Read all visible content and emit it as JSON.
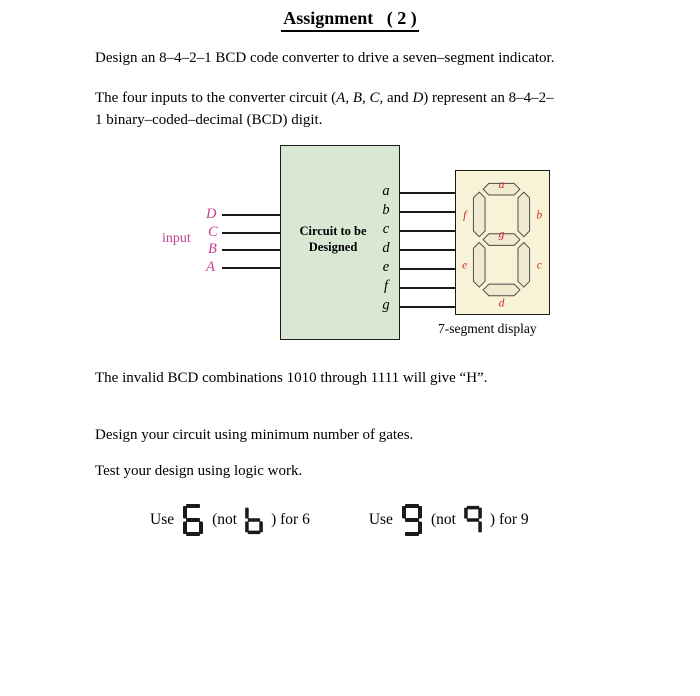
{
  "doc": {
    "title": "Assignment   ( 2 )",
    "para1": "Design an 8–4–2–1 BCD code converter to drive a seven–segment indicator.",
    "para2": {
      "l1a": "The four inputs to the converter circuit (",
      "l1b": "A, B, C,",
      "l1c": " and ",
      "l1d": "D",
      "l1e": ") represent an 8–4–2–",
      "l2": "1 binary–coded–decimal (BCD) digit."
    },
    "para3": "The invalid BCD combinations 1010 through 1111 will give “H”.",
    "para4": "Design your circuit using minimum number of gates.",
    "para5": "Test your design using logic work."
  },
  "diagram": {
    "input_label": "input",
    "input_pins": [
      "D",
      "C",
      "B",
      "A"
    ],
    "circuit_box_label_line1": "Circuit to be",
    "circuit_box_label_line2": "Designed",
    "output_pins": [
      "a",
      "b",
      "c",
      "d",
      "e",
      "f",
      "g"
    ],
    "display": {
      "segment_labels": [
        "a",
        "b",
        "c",
        "d",
        "e",
        "f",
        "g"
      ],
      "caption": "7-segment display"
    },
    "colors": {
      "circuit_box_bg": "#d9e8d3",
      "display_bg": "#f8f2d6",
      "pin_label": "#c2408f",
      "segment_label": "#cc2b2b",
      "wire": "#1a1a1a"
    }
  },
  "usage": {
    "item1": {
      "use": "Use",
      "not_open": "(not",
      "not_close": ") for 6"
    },
    "item2": {
      "use": "Use",
      "not_open": "(not",
      "not_close": ") for 9"
    },
    "glyphs": {
      "six_full": [
        "a",
        "c",
        "d",
        "e",
        "f",
        "g"
      ],
      "six_no_top": [
        "c",
        "d",
        "e",
        "f",
        "g"
      ],
      "nine_full": [
        "a",
        "b",
        "c",
        "d",
        "f",
        "g"
      ],
      "nine_no_bottom": [
        "a",
        "b",
        "c",
        "f",
        "g"
      ]
    }
  }
}
